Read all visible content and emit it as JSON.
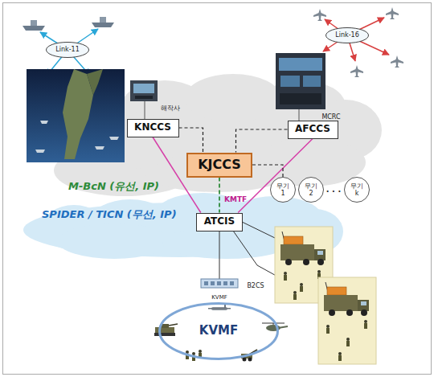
{
  "diagram": {
    "nodes": [
      {
        "text": [
          "Link-11"
        ]
      },
      {
        "text": [
          "Link-16"
        ]
      },
      {
        "text": [
          "M-BcN (유선, IP)"
        ]
      },
      {
        "text": [
          "KNCCS"
        ],
        "in": 2
      },
      {
        "text": [
          "AFCCS"
        ],
        "in": 2
      },
      {
        "text": [
          "KJCCS"
        ],
        "in": 2
      },
      {
        "text": [
          "무기 1"
        ]
      },
      {
        "text": [
          "무기 2"
        ]
      },
      {
        "text": [
          "무기 k"
        ]
      },
      {
        "text": [
          "SPIDER / TICN (무선, IP)"
        ]
      },
      {
        "text": [
          "ATCIS"
        ],
        "in": 9
      },
      {
        "text": [
          "KVMF"
        ]
      }
    ],
    "edges": [
      {
        "from": 3,
        "to": 5,
        "arrow": "none"
      },
      {
        "from": 4,
        "to": 5,
        "arrow": "none"
      },
      {
        "from": 3,
        "to": 10,
        "arrow": "none"
      },
      {
        "from": 4,
        "to": 10,
        "arrow": "none"
      },
      {
        "from": 5,
        "to": 10,
        "label": "KMTF",
        "arrow": "none"
      },
      {
        "from": 5,
        "to": 6,
        "arrow": "none"
      }
    ],
    "labels": [
      "해작사",
      "MCRC",
      "· · ·",
      "B2CS",
      "KVMF"
    ]
  }
}
